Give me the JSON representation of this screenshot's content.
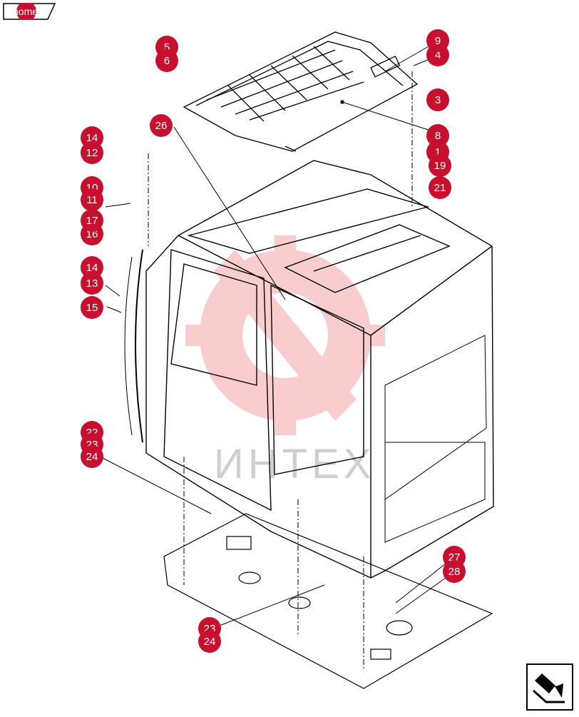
{
  "header": {
    "home_label": "home"
  },
  "watermark": {
    "text": "ИНТЕХ",
    "logo_icon": "gear-wrench-logo-icon",
    "color": "#e83c3c"
  },
  "callout_color": "#c8102e",
  "callouts": [
    "1",
    "3",
    "4",
    "5",
    "6",
    "8",
    "9",
    "10",
    "11",
    "12",
    "13",
    "14",
    "14",
    "15",
    "16",
    "17",
    "19",
    "21",
    "22",
    "23",
    "23",
    "24",
    "24",
    "26",
    "27",
    "28"
  ],
  "nav": {
    "icon": "next-page-arrow-icon"
  }
}
